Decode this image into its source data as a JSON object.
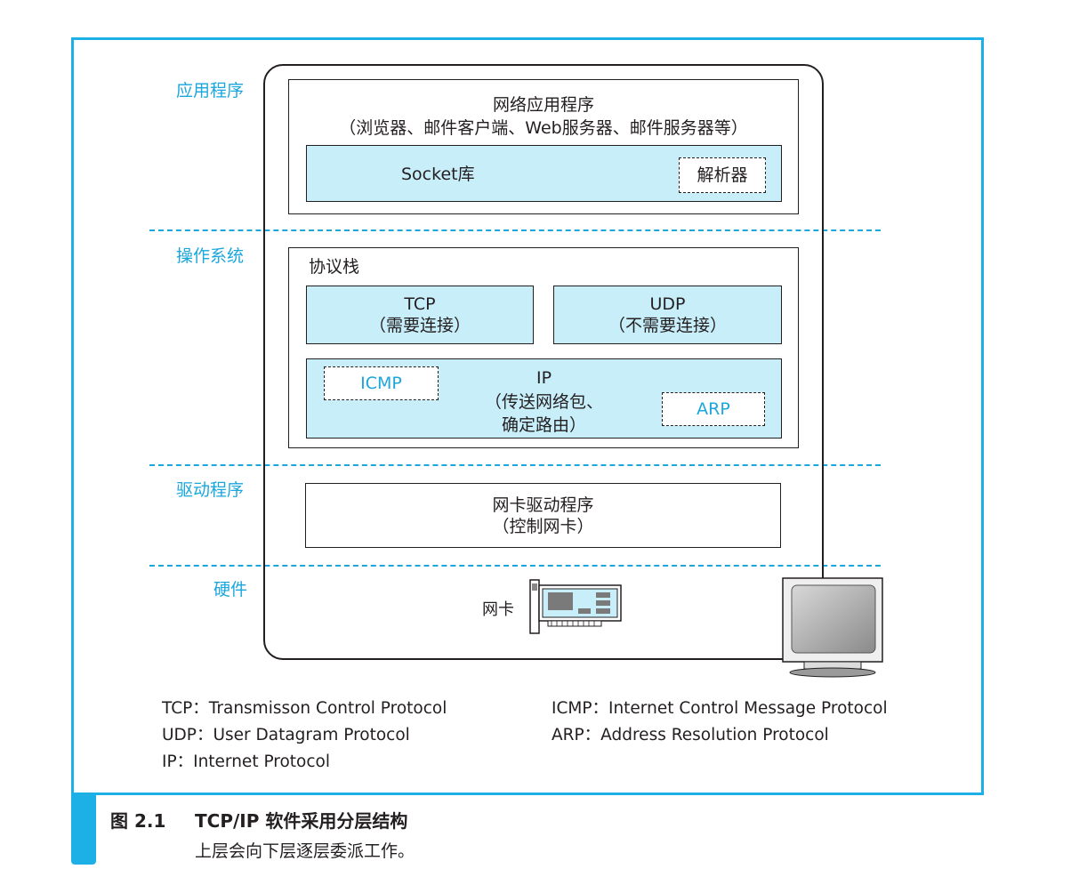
{
  "layers": {
    "application": "应用程序",
    "os": "操作系统",
    "driver": "驱动程序",
    "hardware": "硬件"
  },
  "app_box": {
    "title": "网络应用程序",
    "subtitle": "（浏览器、邮件客户端、Web服务器、邮件服务器等）",
    "socket_label": "Socket库",
    "resolver_label": "解析器"
  },
  "stack_box": {
    "title": "协议栈",
    "tcp_label": "TCP",
    "tcp_note": "（需要连接）",
    "udp_label": "UDP",
    "udp_note": "（不需要连接）",
    "ip_label": "IP",
    "ip_note_1": "（传送网络包、",
    "ip_note_2": "确定路由）",
    "icmp_label": "ICMP",
    "arp_label": "ARP"
  },
  "driver_box": {
    "title": "网卡驱动程序",
    "note": "（控制网卡）"
  },
  "hardware": {
    "nic_label": "网卡"
  },
  "legend": {
    "tcp": "TCP：Transmisson Control Protocol",
    "udp": "UDP：User Datagram Protocol",
    "ip": "IP：Internet Protocol",
    "icmp": "ICMP：Internet Control Message Protocol",
    "arp": "ARP：Address Resolution Protocol"
  },
  "caption": {
    "number": "图 2.1",
    "title": "TCP/IP 软件采用分层结构",
    "subtitle": "上层会向下层逐层委派工作。"
  },
  "colors": {
    "accent": "#1cb0e6",
    "box_fill": "#c8eefa"
  }
}
